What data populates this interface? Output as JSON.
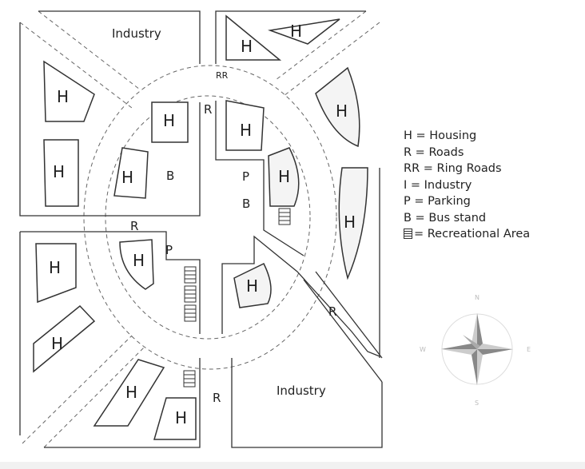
{
  "map": {
    "zones": {
      "industry_label": "Industry",
      "housing_label": "H",
      "roads_label": "R",
      "ring_roads_label": "RR",
      "parking_label": "P",
      "bus_stand_label": "B"
    },
    "legend": {
      "housing": "H = Housing",
      "roads": "R = Roads",
      "ring_roads": "RR = Ring Roads",
      "industry": "I = Industry",
      "parking": "P = Parking",
      "bus_stand": "B = Bus stand",
      "recreational": "= Recreational Area"
    },
    "compass": {
      "north": "N",
      "south": "S",
      "east": "E",
      "west": "W"
    }
  }
}
